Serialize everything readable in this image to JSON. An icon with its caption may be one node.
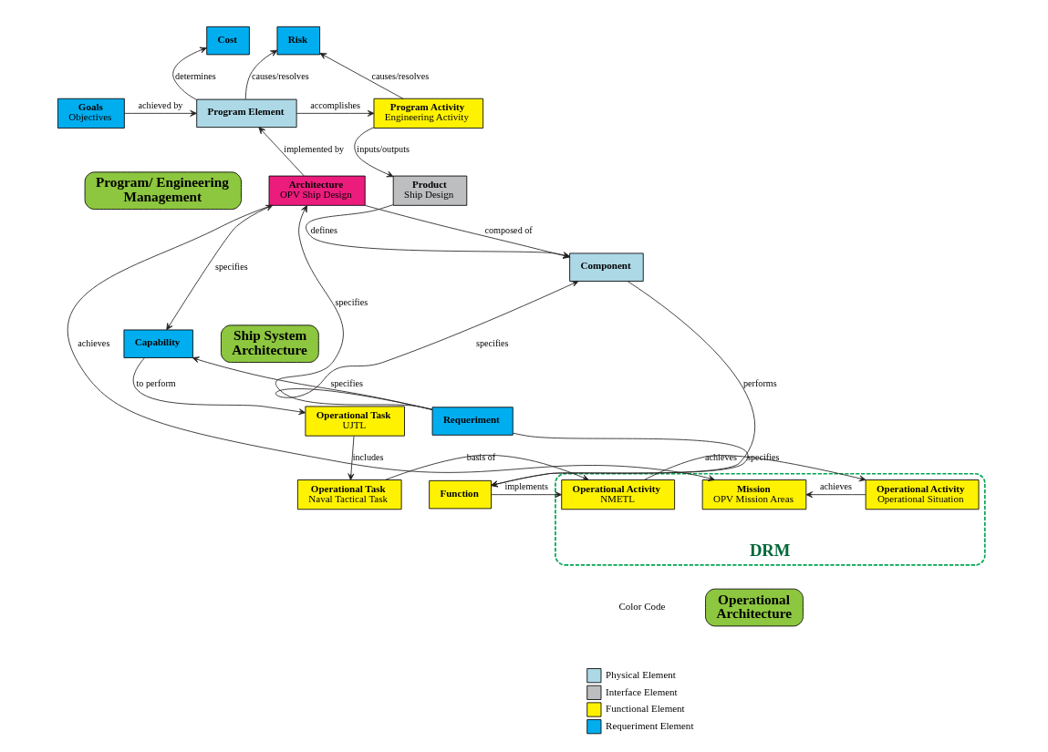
{
  "diagram": {
    "nodes": [
      {
        "text": [
          "Cost"
        ]
      },
      {
        "text": [
          "Risk"
        ]
      },
      {
        "text": [
          "Goals",
          "Objectives"
        ]
      },
      {
        "text": [
          "Program Element"
        ]
      },
      {
        "text": [
          "Program Activity",
          "Engineering Activity"
        ]
      },
      {
        "text": [
          "Program/ Engineering Management"
        ]
      },
      {
        "text": [
          "Product",
          "Ship Design"
        ]
      },
      {
        "text": [
          "Architecture",
          "OPV Ship Design"
        ]
      },
      {
        "text": [
          "Component"
        ]
      },
      {
        "text": [
          "Capability"
        ]
      },
      {
        "text": [
          "Ship System Architecture"
        ]
      },
      {
        "text": [
          "Requeriment"
        ]
      },
      {
        "text": [
          "Operational Task",
          "UJTL"
        ]
      },
      {
        "text": [
          "DRM"
        ]
      },
      {
        "text": [
          "Operational Activity",
          "Operational Situation"
        ],
        "in": 13
      },
      {
        "text": [
          "Operational Task",
          "Naval Tactical Task"
        ]
      },
      {
        "text": [
          "Operational Activity",
          "NMETL"
        ],
        "in": 13
      },
      {
        "text": [
          "Function"
        ]
      },
      {
        "text": [
          "Mission",
          "OPV Mission Areas"
        ],
        "in": 13
      },
      {
        "text": [
          "Operational Architecture"
        ]
      }
    ],
    "edges": [
      {
        "from": 3,
        "to": 0,
        "arrow": "to",
        "label": "determines"
      },
      {
        "from": 3,
        "to": 1,
        "arrow": "to",
        "label": "causes/resolves"
      },
      {
        "from": 4,
        "to": 1,
        "arrow": "to",
        "label": "causes/resolves"
      },
      {
        "from": 2,
        "to": 3,
        "arrow": "to",
        "label": "achieved by"
      },
      {
        "from": 3,
        "to": 4,
        "arrow": "to",
        "label": "accomplishes"
      },
      {
        "from": 7,
        "to": 3,
        "arrow": "to",
        "label": "implemented by"
      },
      {
        "from": 4,
        "to": 6,
        "arrow": "to",
        "label": "inputs/outputs"
      },
      {
        "from": 6,
        "to": 8,
        "arrow": "to",
        "label": "defines"
      },
      {
        "from": 7,
        "to": 8,
        "arrow": "to",
        "label": "composed of"
      },
      {
        "from": 9,
        "to": 7,
        "arrow": "both",
        "label": "specifies"
      },
      {
        "from": 11,
        "to": 7,
        "arrow": "to",
        "label": "specifies"
      },
      {
        "from": 11,
        "to": 8,
        "arrow": "to",
        "label": "specifies"
      },
      {
        "from": 11,
        "to": 9,
        "arrow": "to",
        "label": "specifies"
      },
      {
        "from": 7,
        "to": 18,
        "arrow": "to",
        "label": "achieves"
      },
      {
        "from": 8,
        "to": 17,
        "arrow": "to",
        "label": "performs"
      },
      {
        "from": 11,
        "to": 17,
        "arrow": "to",
        "label": "specifies"
      },
      {
        "from": 17,
        "to": 16,
        "arrow": "to",
        "label": "implements"
      },
      {
        "from": 9,
        "to": 12,
        "arrow": "to",
        "label": "to perform"
      },
      {
        "from": 12,
        "to": 15,
        "arrow": "to",
        "label": "includes"
      },
      {
        "from": 15,
        "to": 16,
        "arrow": "to",
        "label": "basis of"
      },
      {
        "from": 16,
        "to": 14,
        "arrow": "to",
        "label": "achieves"
      },
      {
        "from": 14,
        "to": 18,
        "arrow": "to",
        "label": "achieves"
      }
    ],
    "labels": [
      "Color Code"
    ],
    "legend": [
      {
        "text": "Physical Element",
        "color": "#add8e6"
      },
      {
        "text": "Interface Element",
        "color": "#bcbec0"
      },
      {
        "text": "Functional Element",
        "color": "#fff200"
      },
      {
        "text": "Requeriment Element",
        "color": "#00aeef"
      }
    ]
  }
}
